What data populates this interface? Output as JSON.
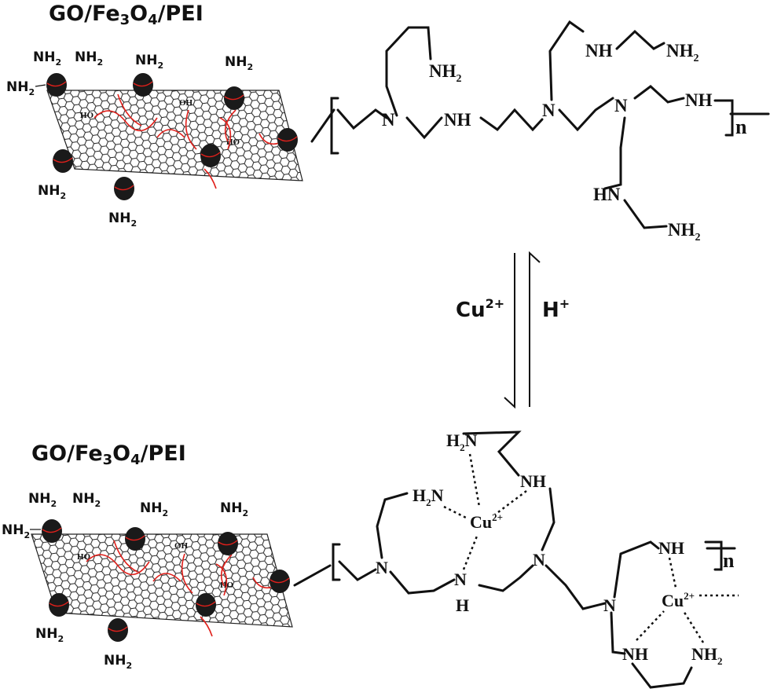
{
  "top": {
    "title": {
      "a": "GO/Fe",
      "b": "3",
      "c": "O",
      "d": "4",
      "e": "/PEI"
    },
    "nanoparticle_labels": [
      "NH",
      "2"
    ],
    "polymer_labels": {
      "nh": "NH",
      "nh2": "NH",
      "two": "2",
      "n": "N",
      "hn": "HN",
      "repeat": "n"
    }
  },
  "bottom": {
    "title": {
      "a": "GO/Fe",
      "b": "3",
      "c": "O",
      "d": "4",
      "e": "/PEI"
    },
    "polymer_labels": {
      "nh": "NH",
      "h2n": "H",
      "n": "N",
      "h": "H",
      "cu": "Cu",
      "cu_charge": "2+",
      "repeat": "n"
    }
  },
  "reaction": {
    "forward": {
      "text": "Cu",
      "sup": "2+"
    },
    "reverse": {
      "text": "H",
      "sup": "+"
    }
  },
  "colors": {
    "ink": "#111111",
    "linker": "#e0201b",
    "particle": "#1a1a1a"
  },
  "small_labels": {
    "oh": "OH",
    "ho": "HO"
  }
}
